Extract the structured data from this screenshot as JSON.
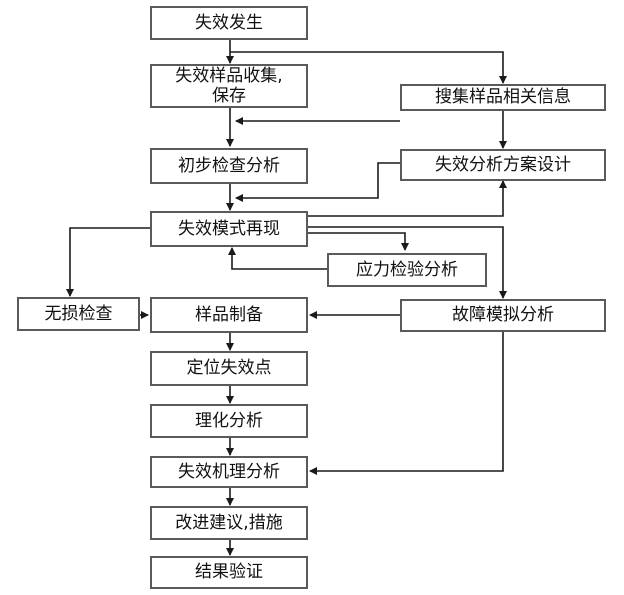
{
  "nodes": {
    "failure_occurs": "失效发生",
    "sample_collect": "失效样品收集,\n保存",
    "collect_info": "搜集样品相关信息",
    "preliminary": "初步检查分析",
    "plan_design": "失效分析方案设计",
    "mode_reproduce": "失效模式再现",
    "stress_test": "应力检验分析",
    "nondestructive": "无损检查",
    "sample_prep": "样品制备",
    "fault_sim": "故障模拟分析",
    "locate_point": "定位失效点",
    "phys_chem": "理化分析",
    "mechanism": "失效机理分析",
    "improve": "改进建议,措施",
    "verify": "结果验证"
  },
  "colors": {
    "line": "#1a1a1a",
    "box_border": "#5a5a5a"
  }
}
